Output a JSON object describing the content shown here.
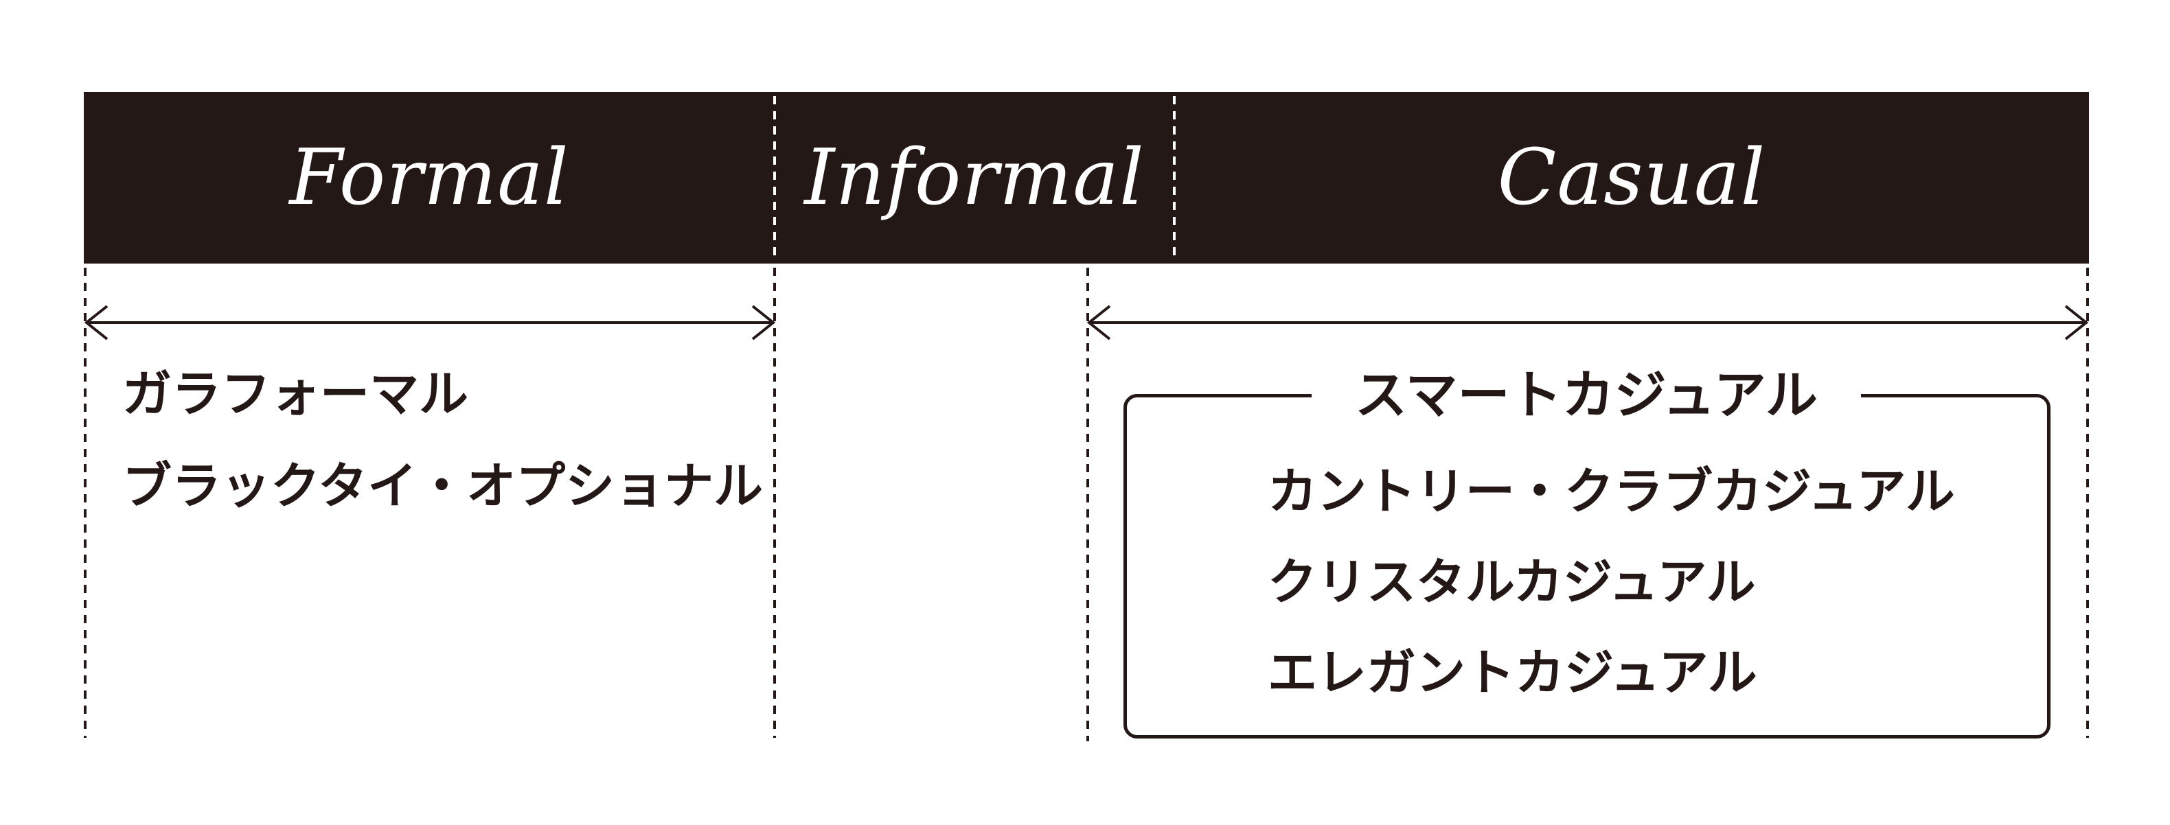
{
  "header": {
    "formal": "Formal",
    "informal": "Informal",
    "casual": "Casual"
  },
  "formal": {
    "items": [
      "ガラフォーマル",
      "ブラックタイ・オプショナル"
    ]
  },
  "casual": {
    "group_title": "スマートカジュアル",
    "items": [
      "カントリー・クラブカジュアル",
      "クリスタルカジュアル",
      "エレガントカジュアル"
    ]
  },
  "colors": {
    "dark": "#231815",
    "background": "#ffffff"
  }
}
